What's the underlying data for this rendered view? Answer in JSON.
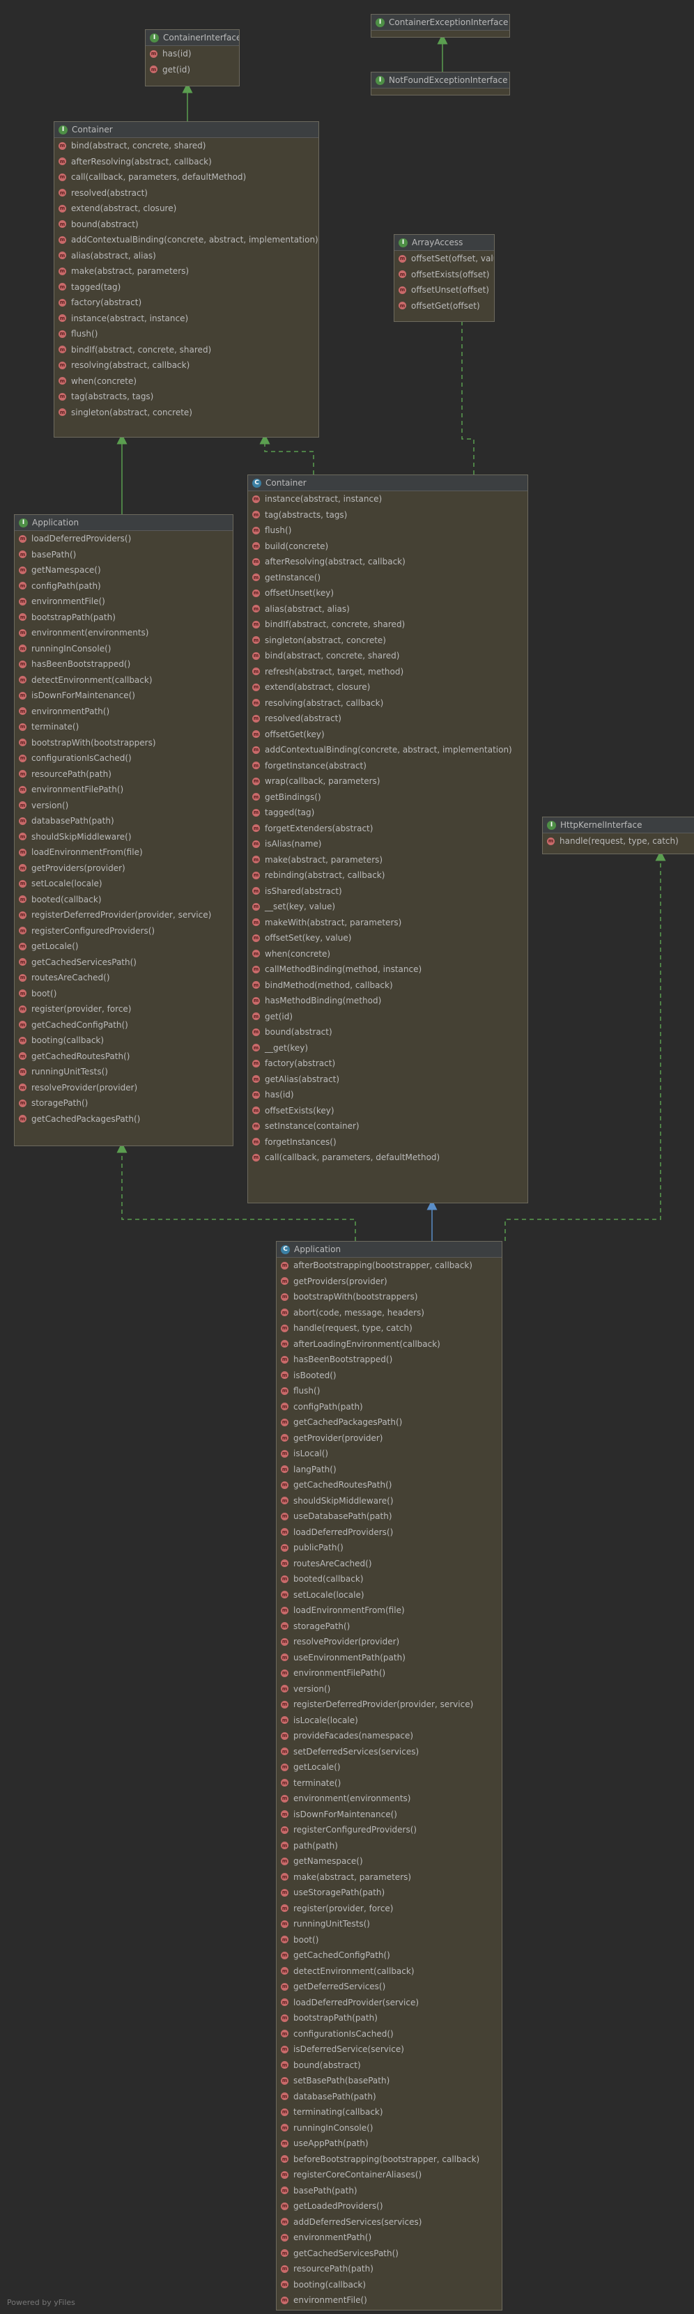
{
  "watermark": "Powered by yFiles",
  "colors": {
    "background": "#2b2b2b",
    "box": "#454134",
    "edge_green": "#5b9e50",
    "edge_blue": "#5a8ec8",
    "method_icon": "#c96a6a"
  },
  "icons": {
    "interface": "I",
    "class": "C",
    "method": "m"
  },
  "boxes": {
    "container_interface": {
      "kind": "interface",
      "title": "ContainerInterface",
      "methods": [
        "has(id)",
        "get(id)"
      ]
    },
    "container_exception_interface": {
      "kind": "interface",
      "title": "ContainerExceptionInterface",
      "methods": []
    },
    "not_found_exception_interface": {
      "kind": "interface",
      "title": "NotFoundExceptionInterface",
      "methods": []
    },
    "container_contract": {
      "kind": "interface",
      "title": "Container",
      "methods": [
        "bind(abstract, concrete, shared)",
        "afterResolving(abstract, callback)",
        "call(callback, parameters, defaultMethod)",
        "resolved(abstract)",
        "extend(abstract, closure)",
        "bound(abstract)",
        "addContextualBinding(concrete, abstract, implementation)",
        "alias(abstract, alias)",
        "make(abstract, parameters)",
        "tagged(tag)",
        "factory(abstract)",
        "instance(abstract, instance)",
        "flush()",
        "bindIf(abstract, concrete, shared)",
        "resolving(abstract, callback)",
        "when(concrete)",
        "tag(abstracts, tags)",
        "singleton(abstract, concrete)"
      ]
    },
    "array_access": {
      "kind": "interface",
      "title": "ArrayAccess",
      "methods": [
        "offsetSet(offset, value)",
        "offsetExists(offset)",
        "offsetUnset(offset)",
        "offsetGet(offset)"
      ]
    },
    "application_contract": {
      "kind": "interface",
      "title": "Application",
      "methods": [
        "loadDeferredProviders()",
        "basePath()",
        "getNamespace()",
        "configPath(path)",
        "environmentFile()",
        "bootstrapPath(path)",
        "environment(environments)",
        "runningInConsole()",
        "hasBeenBootstrapped()",
        "detectEnvironment(callback)",
        "isDownForMaintenance()",
        "environmentPath()",
        "terminate()",
        "bootstrapWith(bootstrappers)",
        "configurationIsCached()",
        "resourcePath(path)",
        "environmentFilePath()",
        "version()",
        "databasePath(path)",
        "shouldSkipMiddleware()",
        "loadEnvironmentFrom(file)",
        "getProviders(provider)",
        "setLocale(locale)",
        "booted(callback)",
        "registerDeferredProvider(provider, service)",
        "registerConfiguredProviders()",
        "getLocale()",
        "getCachedServicesPath()",
        "routesAreCached()",
        "boot()",
        "register(provider, force)",
        "getCachedConfigPath()",
        "booting(callback)",
        "getCachedRoutesPath()",
        "runningUnitTests()",
        "resolveProvider(provider)",
        "storagePath()",
        "getCachedPackagesPath()"
      ]
    },
    "container_class": {
      "kind": "class",
      "title": "Container",
      "methods": [
        "instance(abstract, instance)",
        "tag(abstracts, tags)",
        "flush()",
        "build(concrete)",
        "afterResolving(abstract, callback)",
        "getInstance()",
        "offsetUnset(key)",
        "alias(abstract, alias)",
        "bindIf(abstract, concrete, shared)",
        "singleton(abstract, concrete)",
        "bind(abstract, concrete, shared)",
        "refresh(abstract, target, method)",
        "extend(abstract, closure)",
        "resolving(abstract, callback)",
        "resolved(abstract)",
        "offsetGet(key)",
        "addContextualBinding(concrete, abstract, implementation)",
        "forgetInstance(abstract)",
        "wrap(callback, parameters)",
        "getBindings()",
        "tagged(tag)",
        "forgetExtenders(abstract)",
        "isAlias(name)",
        "make(abstract, parameters)",
        "rebinding(abstract, callback)",
        "isShared(abstract)",
        "__set(key, value)",
        "makeWith(abstract, parameters)",
        "offsetSet(key, value)",
        "when(concrete)",
        "callMethodBinding(method, instance)",
        "bindMethod(method, callback)",
        "hasMethodBinding(method)",
        "get(id)",
        "bound(abstract)",
        "__get(key)",
        "factory(abstract)",
        "getAlias(abstract)",
        "has(id)",
        "offsetExists(key)",
        "setInstance(container)",
        "forgetInstances()",
        "call(callback, parameters, defaultMethod)"
      ]
    },
    "http_kernel_interface": {
      "kind": "interface",
      "title": "HttpKernelInterface",
      "methods": [
        "handle(request, type, catch)"
      ]
    },
    "application_class": {
      "kind": "class",
      "title": "Application",
      "methods": [
        "afterBootstrapping(bootstrapper, callback)",
        "getProviders(provider)",
        "bootstrapWith(bootstrappers)",
        "abort(code, message, headers)",
        "handle(request, type, catch)",
        "afterLoadingEnvironment(callback)",
        "hasBeenBootstrapped()",
        "isBooted()",
        "flush()",
        "configPath(path)",
        "getCachedPackagesPath()",
        "getProvider(provider)",
        "isLocal()",
        "langPath()",
        "getCachedRoutesPath()",
        "shouldSkipMiddleware()",
        "useDatabasePath(path)",
        "loadDeferredProviders()",
        "publicPath()",
        "routesAreCached()",
        "booted(callback)",
        "setLocale(locale)",
        "loadEnvironmentFrom(file)",
        "storagePath()",
        "resolveProvider(provider)",
        "useEnvironmentPath(path)",
        "environmentFilePath()",
        "version()",
        "registerDeferredProvider(provider, service)",
        "isLocale(locale)",
        "provideFacades(namespace)",
        "setDeferredServices(services)",
        "getLocale()",
        "terminate()",
        "environment(environments)",
        "isDownForMaintenance()",
        "registerConfiguredProviders()",
        "path(path)",
        "getNamespace()",
        "make(abstract, parameters)",
        "useStoragePath(path)",
        "register(provider, force)",
        "runningUnitTests()",
        "boot()",
        "getCachedConfigPath()",
        "detectEnvironment(callback)",
        "getDeferredServices()",
        "loadDeferredProvider(service)",
        "bootstrapPath(path)",
        "configurationIsCached()",
        "isDeferredService(service)",
        "bound(abstract)",
        "setBasePath(basePath)",
        "databasePath(path)",
        "terminating(callback)",
        "runningInConsole()",
        "useAppPath(path)",
        "beforeBootstrapping(bootstrapper, callback)",
        "registerCoreContainerAliases()",
        "basePath(path)",
        "getLoadedProviders()",
        "addDeferredServices(services)",
        "environmentPath()",
        "getCachedServicesPath()",
        "resourcePath(path)",
        "booting(callback)",
        "environmentFile()"
      ]
    }
  }
}
